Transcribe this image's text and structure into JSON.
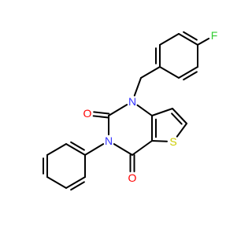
{
  "molecule": {
    "colors": {
      "bond": "#000000",
      "N": "#3333ff",
      "O": "#ff0000",
      "S": "#cccc00",
      "F": "#33cc33"
    },
    "atoms": {
      "F": {
        "label": "F",
        "element": "F"
      },
      "N1": {
        "label": "N",
        "element": "N"
      },
      "N3": {
        "label": "N",
        "element": "N"
      },
      "O2": {
        "label": "O",
        "element": "O"
      },
      "O4": {
        "label": "O",
        "element": "O"
      },
      "S": {
        "label": "S",
        "element": "S"
      }
    }
  }
}
